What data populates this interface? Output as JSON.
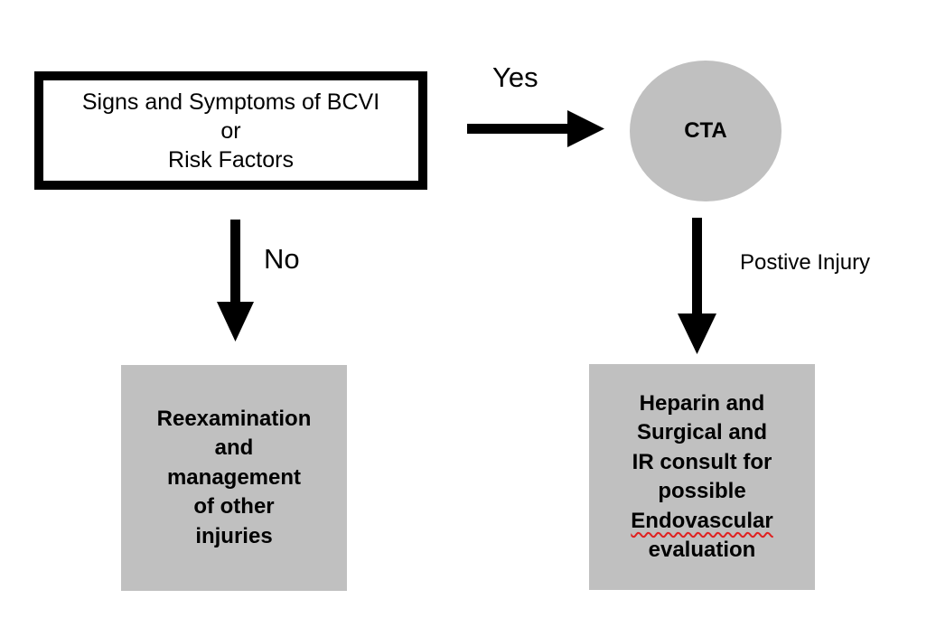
{
  "nodes": {
    "start": {
      "lines": [
        "Signs and Symptoms of BCVI",
        "or",
        "Risk Factors"
      ]
    },
    "cta": {
      "label": "CTA"
    },
    "no_result": {
      "lines": [
        "Reexamination",
        "and",
        "management",
        "of other",
        "injuries"
      ]
    },
    "yes_result": {
      "lines": [
        "Heparin and",
        "Surgical and",
        "IR consult for",
        "possible",
        "Endovascular",
        "evaluation"
      ]
    }
  },
  "edges": {
    "yes_label": "Yes",
    "no_label": "No",
    "positive_label": "Postive Injury"
  },
  "colors": {
    "node_fill": "#c0c0c0",
    "stroke": "#000000",
    "spellcheck_underline": "#e02020"
  }
}
